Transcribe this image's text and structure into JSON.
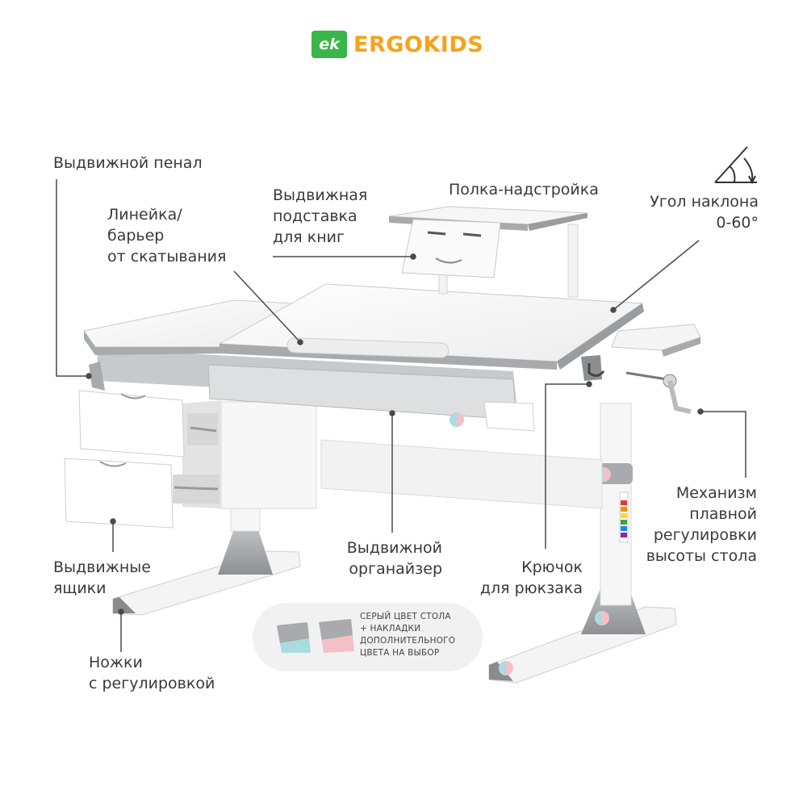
{
  "brand": {
    "mark": "ek",
    "name": "ERGOKIDS"
  },
  "labels": {
    "pencil_case": "Выдвижной пенал",
    "ruler": [
      "Линейка/",
      "барьер",
      "от скатывания"
    ],
    "book_stand": [
      "Выдвижная",
      "подставка",
      "для книг"
    ],
    "shelf": "Полка-надстройка",
    "tilt": [
      "Угол наклона",
      "0-60°"
    ],
    "mechanism": [
      "Механизм",
      "плавной",
      "регулировки",
      "высоты стола"
    ],
    "drawers": [
      "Выдвижные",
      "ящики"
    ],
    "organizer": [
      "Выдвижной",
      "органайзер"
    ],
    "hook": [
      "Крючок",
      "для рюкзака"
    ],
    "legs": [
      "Ножки",
      "с регулировкой"
    ]
  },
  "color_note": [
    "СЕРЫЙ ЦВЕТ СТОЛА",
    "+ НАКЛАДКИ",
    "ДОПОЛНИТЕЛЬНОГО",
    "ЦВЕТА НА ВЫБОР"
  ],
  "colors": {
    "brand_green": "#39b54a",
    "brand_orange": "#f7a21b",
    "desk_grey": "#a9aaad",
    "accent_blue": "#a8dde0",
    "accent_pink": "#f4c0c8"
  },
  "icons": [
    "angle-icon",
    "crank-handle-icon"
  ]
}
